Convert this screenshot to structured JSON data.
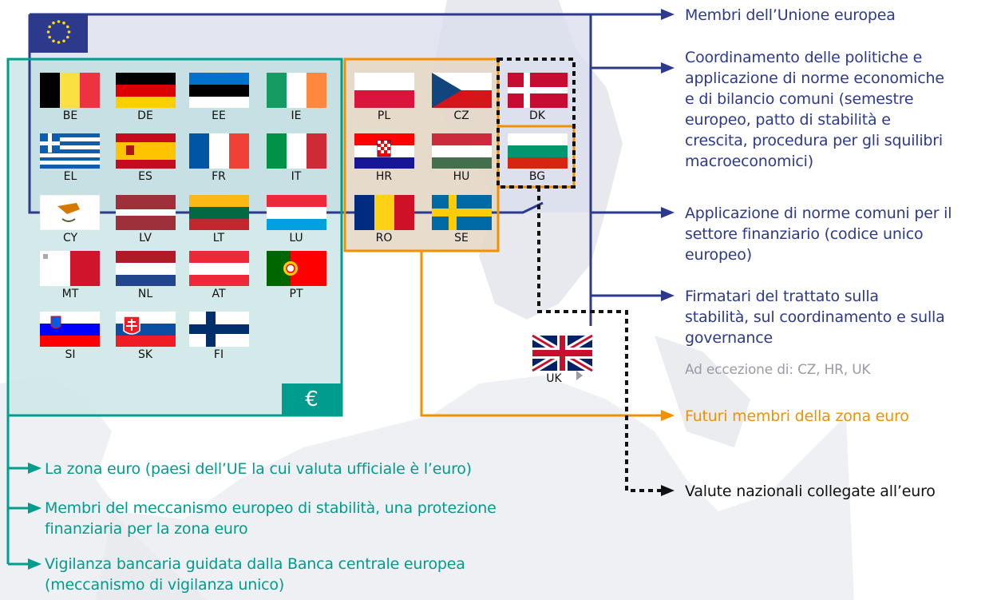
{
  "countries": {
    "BE": "BE",
    "DE": "DE",
    "EE": "EE",
    "IE": "IE",
    "EL": "EL",
    "ES": "ES",
    "FR": "FR",
    "IT": "IT",
    "CY": "CY",
    "LV": "LV",
    "LT": "LT",
    "LU": "LU",
    "MT": "MT",
    "NL": "NL",
    "AT": "AT",
    "PT": "PT",
    "SI": "SI",
    "SK": "SK",
    "FI": "FI",
    "PL": "PL",
    "CZ": "CZ",
    "HR": "HR",
    "HU": "HU",
    "RO": "RO",
    "SE": "SE",
    "DK": "DK",
    "BG": "BG",
    "UK": "UK"
  },
  "euro_symbol": "€",
  "right_labels": {
    "eu_members": "Membri dell’Unione europea",
    "coordination": [
      "Coordinamento delle politiche e",
      "applicazione di norme economiche",
      "e di bilancio comuni (semestre",
      "europeo, patto di stabilità e",
      "crescita, procedura per gli squilibri",
      "macroeconomici)"
    ],
    "financial_rules": [
      "Applicazione di norme comuni per il",
      "settore finanziario (codice unico",
      "europeo)"
    ],
    "treaty": [
      "Firmatari del trattato sulla",
      "stabilità, sul coordinamento e sulla",
      "governance"
    ],
    "treaty_exception": "Ad eccezione di: CZ, HR, UK",
    "future_euro": "Futuri membri della zona euro",
    "linked_currencies": "Valute nazionali collegate all’euro"
  },
  "bottom_labels": {
    "eurozone": "La zona euro (paesi dell’UE la cui valuta ufficiale è l’euro)",
    "esm": [
      "Membri del meccanismo europeo di stabilità, una protezione",
      "finanziaria per la zona euro"
    ],
    "banking": [
      "Vigilanza bancaria guidata dalla Banca centrale europea",
      "(meccanismo di vigilanza unico)"
    ]
  },
  "colors": {
    "eu_blue": "#2d3a8c",
    "eurozone_teal": "#009c8e",
    "future_orange": "#f29100",
    "map_grey": "#eceef2",
    "eu_fill": "#d9dcec",
    "eurozone_fill": "#cde6e6"
  },
  "icons": [
    "eu-flag-icon",
    "arrow-right-icon",
    "chevron-right-icon"
  ]
}
